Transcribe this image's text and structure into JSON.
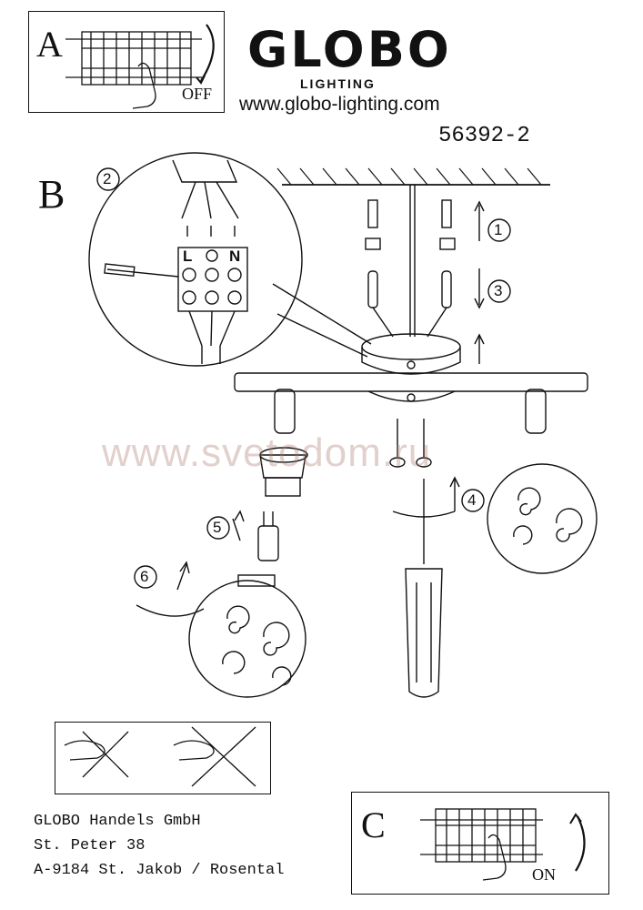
{
  "header": {
    "brand": "GLOBO",
    "brand_sub": "LIGHTING",
    "website": "www.globo-lighting.com",
    "model": "56392-2"
  },
  "step_a": {
    "letter": "A",
    "state": "OFF"
  },
  "step_b": {
    "letter": "B"
  },
  "step_c": {
    "letter": "C",
    "state": "ON"
  },
  "terminal_labels": [
    "L",
    "N"
  ],
  "steps": [
    "1",
    "2",
    "3",
    "4",
    "5",
    "6"
  ],
  "watermark": "www.svetodom.ru",
  "footer": {
    "company": "GLOBO Handels GmbH",
    "street": "St. Peter 38",
    "city": "A-9184 St. Jakob / Rosental"
  }
}
